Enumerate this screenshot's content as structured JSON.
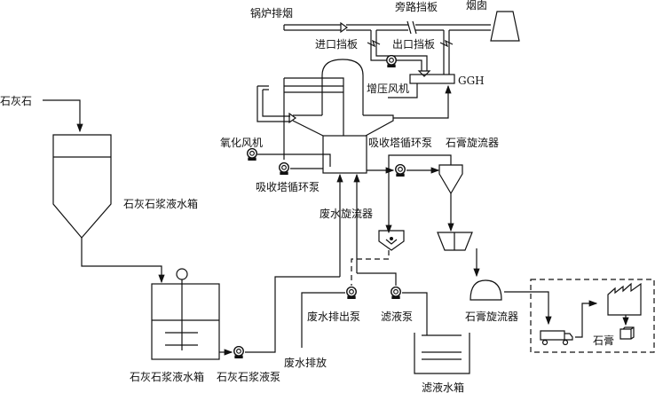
{
  "labels": {
    "boiler_flue_gas": "锅炉排烟",
    "bypass_damper": "旁路挡板",
    "chimney": "烟囱",
    "inlet_damper": "进口挡板",
    "outlet_damper": "出口挡板",
    "booster_fan": "增压风机",
    "ggh": "GGH",
    "oxidation_fan": "氧化风机",
    "absorber_pump_left": "吸收塔循环泵",
    "absorber_pump_right": "吸收塔循环泵",
    "gypsum_cyclone_top": "石膏旋流器",
    "wastewater_cyclone": "废水旋流器",
    "limestone": "石灰石",
    "limestone_silo": "石灰石浆液水箱",
    "limestone_slurry_tank": "石灰石浆液水箱",
    "limestone_slurry_pump": "石灰石浆液泵",
    "wastewater_discharge_pump": "废水排出泵",
    "filtrate_pump": "滤液泵",
    "gypsum_cyclone_bottom": "石膏旋流器",
    "wastewater_discharge": "废水排放",
    "filtrate_tank": "滤液水箱",
    "gypsum": "石膏"
  }
}
